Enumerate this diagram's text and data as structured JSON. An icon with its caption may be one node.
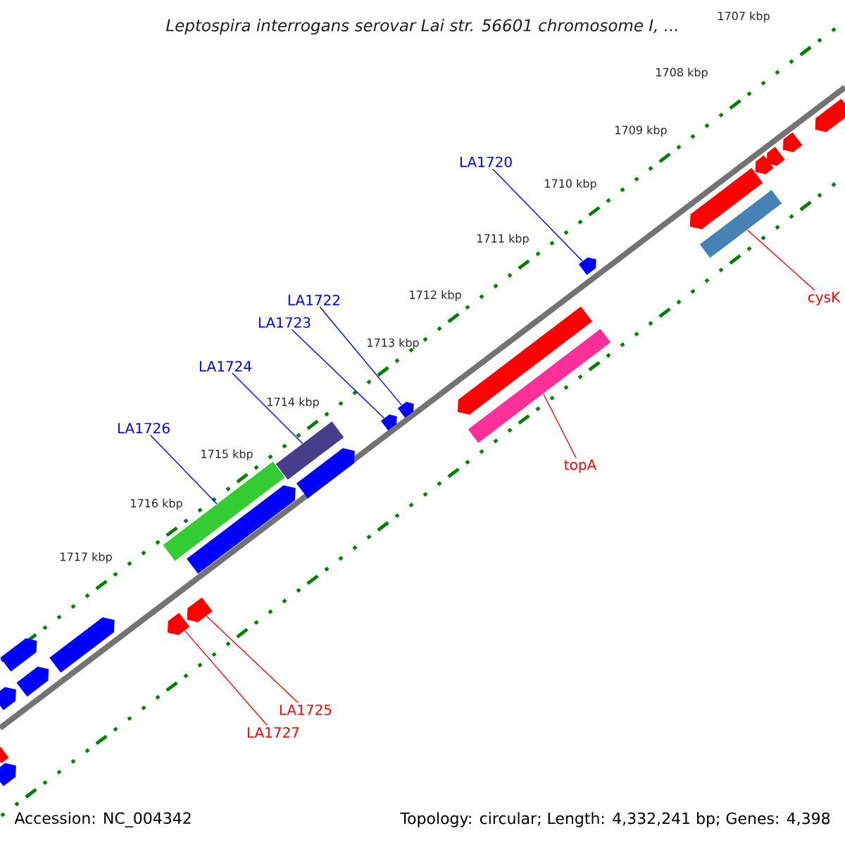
{
  "diagram": {
    "title": "Leptospira interrogans serovar Lai str. 56601 chromosome I, ...",
    "nodes": [
      {
        "text": [
          "LA1720"
        ]
      },
      {
        "text": [],
        "shape": "pentagon"
      },
      {
        "text": [
          "LA1722"
        ]
      },
      {
        "text": [],
        "shape": "pentagon"
      },
      {
        "text": [
          "LA1723"
        ]
      },
      {
        "text": [],
        "shape": "pentagon"
      },
      {
        "text": [
          "LA1724"
        ]
      },
      {
        "text": [],
        "shape": "bar"
      },
      {
        "text": [
          "LA1726"
        ]
      },
      {
        "text": [],
        "shape": "bar"
      },
      {
        "text": [
          "cysK"
        ]
      },
      {
        "text": [],
        "shape": "bar"
      },
      {
        "text": [
          "topA"
        ]
      },
      {
        "text": [],
        "shape": "bar"
      },
      {
        "text": [
          "LA1725"
        ]
      },
      {
        "text": [],
        "shape": "pentagon"
      },
      {
        "text": [
          "LA1727"
        ]
      },
      {
        "text": [],
        "shape": "pentagon"
      },
      {
        "text": [],
        "shape": "pentagon"
      },
      {
        "text": [],
        "shape": "pentagon"
      },
      {
        "text": [],
        "shape": "pentagon"
      },
      {
        "text": [],
        "shape": "pentagon"
      },
      {
        "text": [],
        "shape": "pentagon"
      },
      {
        "text": [],
        "shape": "pentagon"
      },
      {
        "text": [],
        "shape": "pentagon"
      },
      {
        "text": [],
        "shape": "pentagon"
      },
      {
        "text": [],
        "shape": "pentagon"
      },
      {
        "text": [],
        "shape": "pentagon"
      },
      {
        "text": [],
        "shape": "pentagon"
      },
      {
        "text": [],
        "shape": "pentagon"
      },
      {
        "text": [],
        "shape": "pentagon"
      },
      {
        "text": [],
        "shape": "pentagon"
      }
    ],
    "edges": [
      {
        "from": 0,
        "to": 1,
        "arrow": "none"
      },
      {
        "from": 2,
        "to": 3,
        "arrow": "none"
      },
      {
        "from": 4,
        "to": 5,
        "arrow": "none"
      },
      {
        "from": 6,
        "to": 7,
        "arrow": "none"
      },
      {
        "from": 8,
        "to": 9,
        "arrow": "none"
      },
      {
        "from": 10,
        "to": 11,
        "arrow": "none",
        "color": "#ff0000"
      },
      {
        "from": 12,
        "to": 13,
        "arrow": "none",
        "color": "#ff0000"
      },
      {
        "from": 14,
        "to": 15,
        "arrow": "none",
        "color": "#ff0000"
      },
      {
        "from": 16,
        "to": 17,
        "arrow": "none",
        "color": "#ff0000"
      }
    ],
    "labels": [
      "1707 kbp",
      "1708 kbp",
      "1709 kbp",
      "1710 kbp",
      "1711 kbp",
      "1712 kbp",
      "1713 kbp",
      "1714 kbp",
      "1715 kbp",
      "1716 kbp",
      "1717 kbp",
      "Accession: NC_004342",
      "Topology: circular; Length: 4,332,241 bp; Genes: 4,398"
    ]
  }
}
